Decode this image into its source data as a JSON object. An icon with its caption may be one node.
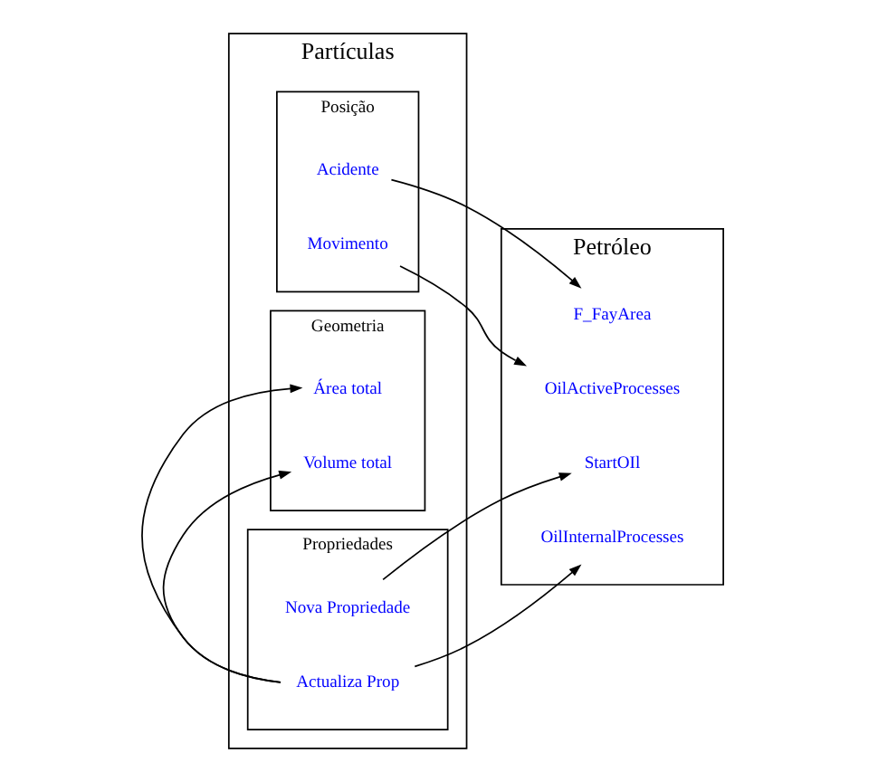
{
  "diagram": {
    "nodes": [
      {
        "text": [
          "Partículas"
        ]
      },
      {
        "text": [
          "Posição"
        ],
        "in": 0
      },
      {
        "text": [
          "Acidente"
        ],
        "in": 1
      },
      {
        "text": [
          "Movimento"
        ],
        "in": 1
      },
      {
        "text": [
          "Geometria"
        ],
        "in": 0
      },
      {
        "text": [
          "Área total"
        ],
        "in": 4
      },
      {
        "text": [
          "Volume total"
        ],
        "in": 4
      },
      {
        "text": [
          "Propriedades"
        ],
        "in": 0
      },
      {
        "text": [
          "Nova Propriedade"
        ],
        "in": 7
      },
      {
        "text": [
          "Actualiza Prop"
        ],
        "in": 7
      },
      {
        "text": [
          "Petróleo"
        ]
      },
      {
        "text": [
          "F_FayArea"
        ],
        "in": 10
      },
      {
        "text": [
          "StartOIl"
        ],
        "in": 10
      },
      {
        "text": [
          "OilActiveProcesses"
        ],
        "in": 10
      },
      {
        "text": [
          "OilInternalProcesses"
        ],
        "in": 10
      }
    ],
    "edges": [
      {
        "from": 2,
        "to": 11,
        "arrow": "to"
      },
      {
        "from": 3,
        "to": 13,
        "arrow": "to"
      },
      {
        "from": 8,
        "to": 12,
        "arrow": "to"
      },
      {
        "from": 9,
        "to": 14,
        "arrow": "to"
      },
      {
        "from": 9,
        "to": 5,
        "arrow": "to"
      },
      {
        "from": 9,
        "to": 6,
        "arrow": "to"
      }
    ]
  }
}
